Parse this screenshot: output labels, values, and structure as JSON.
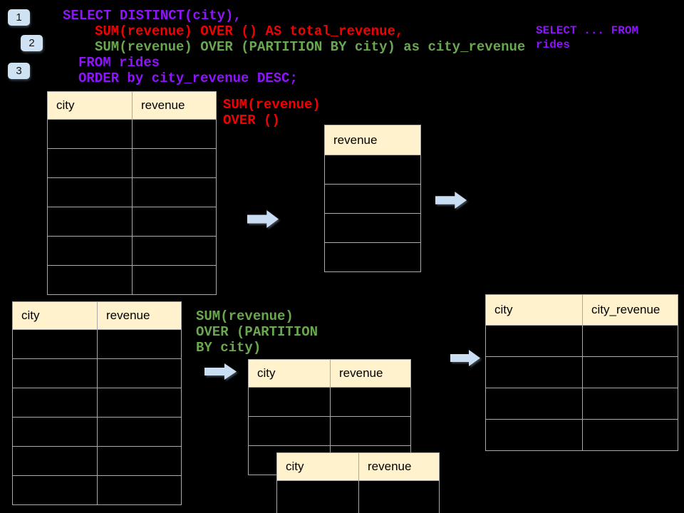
{
  "sql": {
    "lines": [
      "SELECT DISTINCT(city),",
      "SUM(revenue) OVER () AS total_revenue,",
      "SUM(revenue) OVER (PARTITION BY city) as city_revenue",
      "FROM rides",
      "ORDER by city_revenue DESC;"
    ]
  },
  "badges": [
    "1",
    "2",
    "3"
  ],
  "annotations": {
    "source_snippet": "SELECT ... FROM\nrides",
    "total_window": "SUM(revenue)\nOVER ()",
    "partition_window": "SUM(revenue)\nOVER (PARTITION\nBY city)"
  },
  "tables": {
    "source_top": {
      "headers": [
        "city",
        "revenue"
      ],
      "body_rows": 6
    },
    "total_result": {
      "headers": [
        "revenue"
      ],
      "body_rows": 4
    },
    "source_bottom": {
      "headers": [
        "city",
        "revenue"
      ],
      "body_rows": 6
    },
    "partition_input": {
      "headers": [
        "city",
        "revenue"
      ],
      "body_rows": 3
    },
    "partition_overlay": {
      "headers": [
        "city",
        "revenue"
      ],
      "body_rows": 1
    },
    "city_revenue_result": {
      "headers": [
        "city",
        "city_revenue"
      ],
      "body_rows": 4
    }
  },
  "colors": {
    "bg": "#000000",
    "purple": "#9013FE",
    "red": "#F40000",
    "green": "#6AA84F",
    "hfill": "#FFF2CC",
    "tborder": "#A9A9A9",
    "arrow": "#C9DDF3",
    "badge": "#CFE2F3"
  }
}
